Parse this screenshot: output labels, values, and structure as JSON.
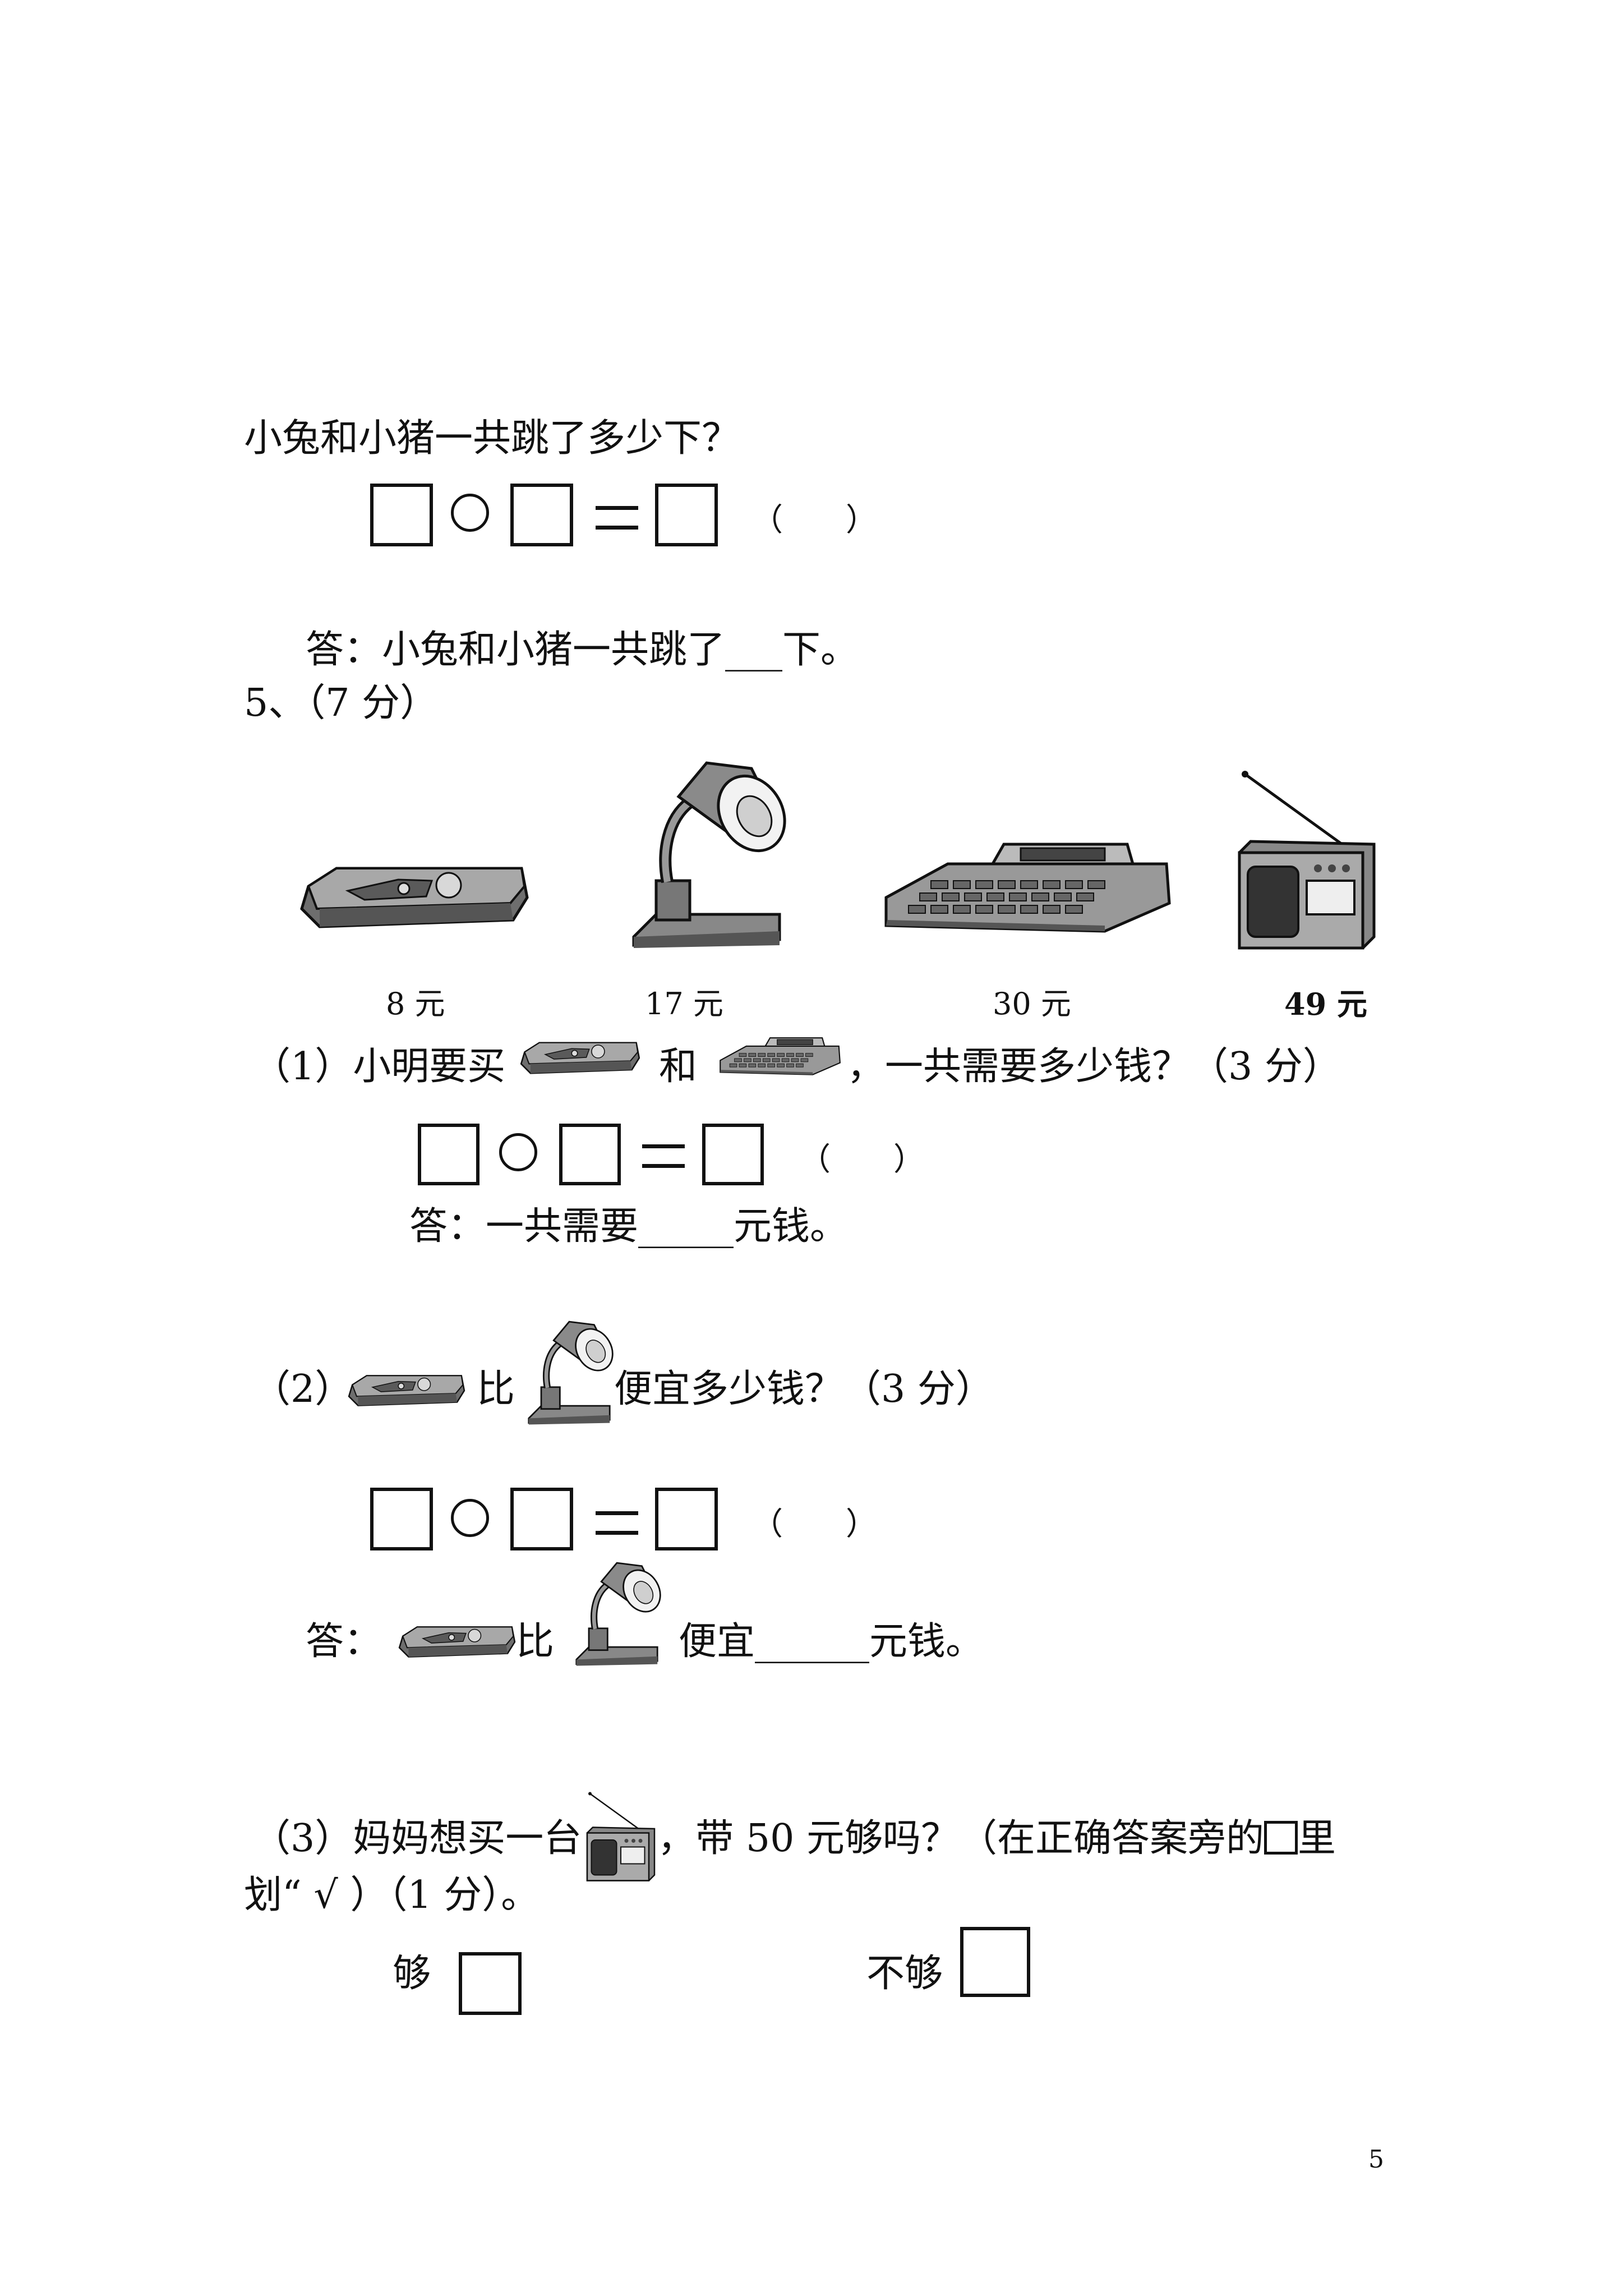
{
  "q4": {
    "question": "小兔和小猪一共跳了多少下？",
    "paren": "（　　）",
    "answer_prefix": "答：小兔和小猪一共跳了",
    "answer_blank": "___",
    "answer_suffix": "下。"
  },
  "q5": {
    "header": "5、（7 分）",
    "items": [
      {
        "icon": "pencil-case-icon",
        "price": "8 元"
      },
      {
        "icon": "desk-lamp-icon",
        "price": "17 元"
      },
      {
        "icon": "calculator-icon",
        "price": "30 元"
      },
      {
        "icon": "radio-icon",
        "price": "49 元"
      }
    ],
    "sub1": {
      "a": "（1）小明要买",
      "b": "和",
      "c": "，一共需要多少钱？（3 分）",
      "paren": "（　　）",
      "answer": "答：一共需要_____元钱。"
    },
    "sub2": {
      "a": "（2）",
      "b": "比",
      "c": "便宜多少钱？（3 分）",
      "paren": "（　　）",
      "answer_a": "答：",
      "answer_b": "比",
      "answer_c": "便宜______元钱。"
    },
    "sub3": {
      "a": "（3）妈妈想买一台",
      "b": "，带 50 元够吗？（在正确答案旁的",
      "c": "里",
      "line2": "划“ √ ）（1 分）。",
      "opt_yes": "够",
      "opt_no": "不够"
    }
  },
  "page_number": "5"
}
